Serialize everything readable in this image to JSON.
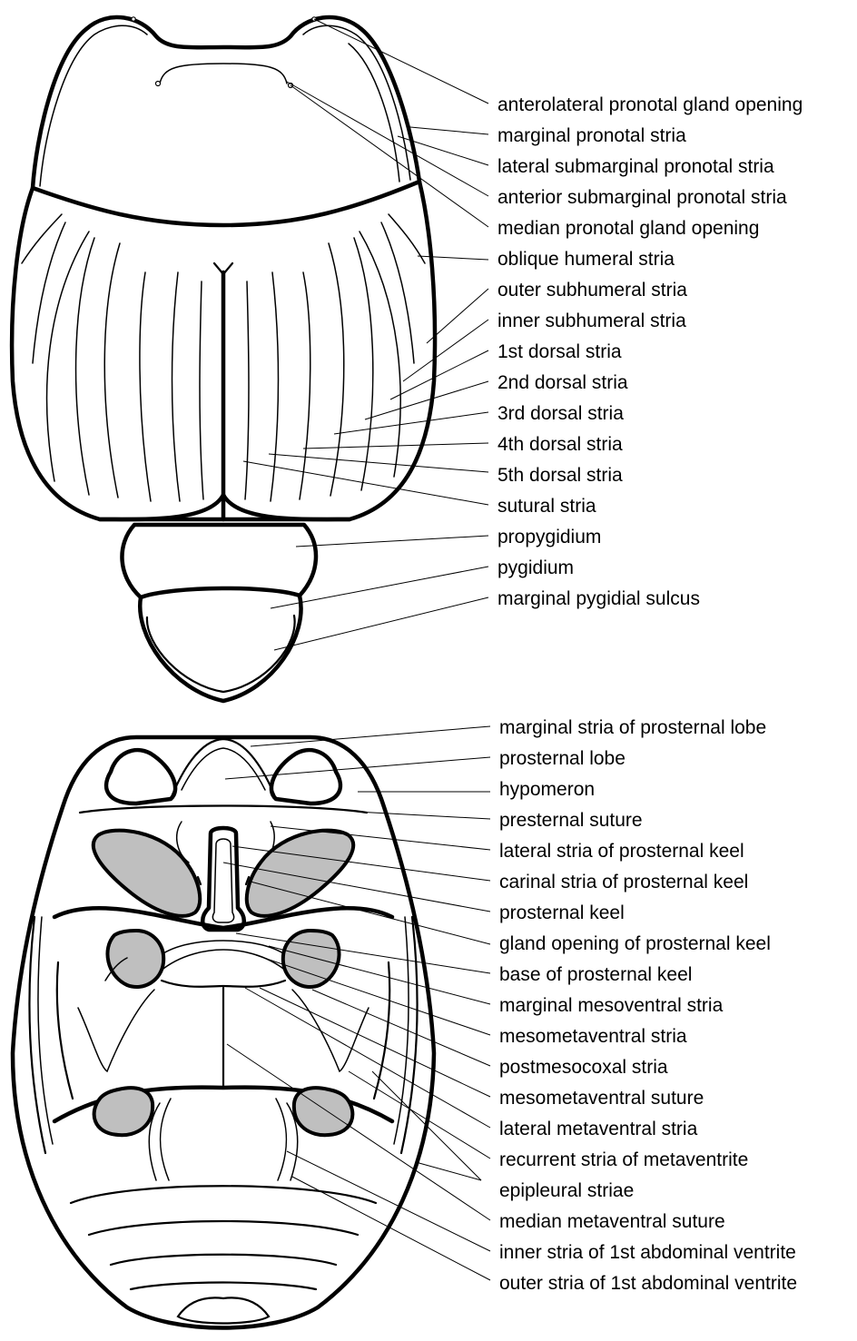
{
  "dorsal_labels": [
    "anterolateral pronotal gland opening",
    "marginal pronotal stria",
    "lateral submarginal pronotal stria",
    "anterior submarginal pronotal stria",
    "median pronotal gland opening",
    "oblique humeral stria",
    "outer subhumeral stria",
    "inner subhumeral stria",
    "1st dorsal stria",
    "2nd dorsal stria",
    "3rd dorsal stria",
    "4th dorsal stria",
    "5th dorsal stria",
    "sutural stria",
    "propygidium",
    "pygidium",
    "marginal pygidial sulcus"
  ],
  "ventral_labels": [
    "marginal stria of prosternal lobe",
    "prosternal lobe",
    "hypomeron",
    "presternal suture",
    "lateral stria of prosternal keel",
    "carinal stria of prosternal keel",
    "prosternal keel",
    "gland opening of prosternal keel",
    "base of prosternal keel",
    "marginal mesoventral stria",
    "mesometaventral stria",
    "postmesocoxal stria",
    "mesometaventral suture",
    "lateral metaventral stria",
    "recurrent stria of metaventrite",
    "epipleural striae",
    "median metaventral suture",
    "inner stria of 1st abdominal ventrite",
    "outer stria of 1st abdominal ventrite"
  ]
}
